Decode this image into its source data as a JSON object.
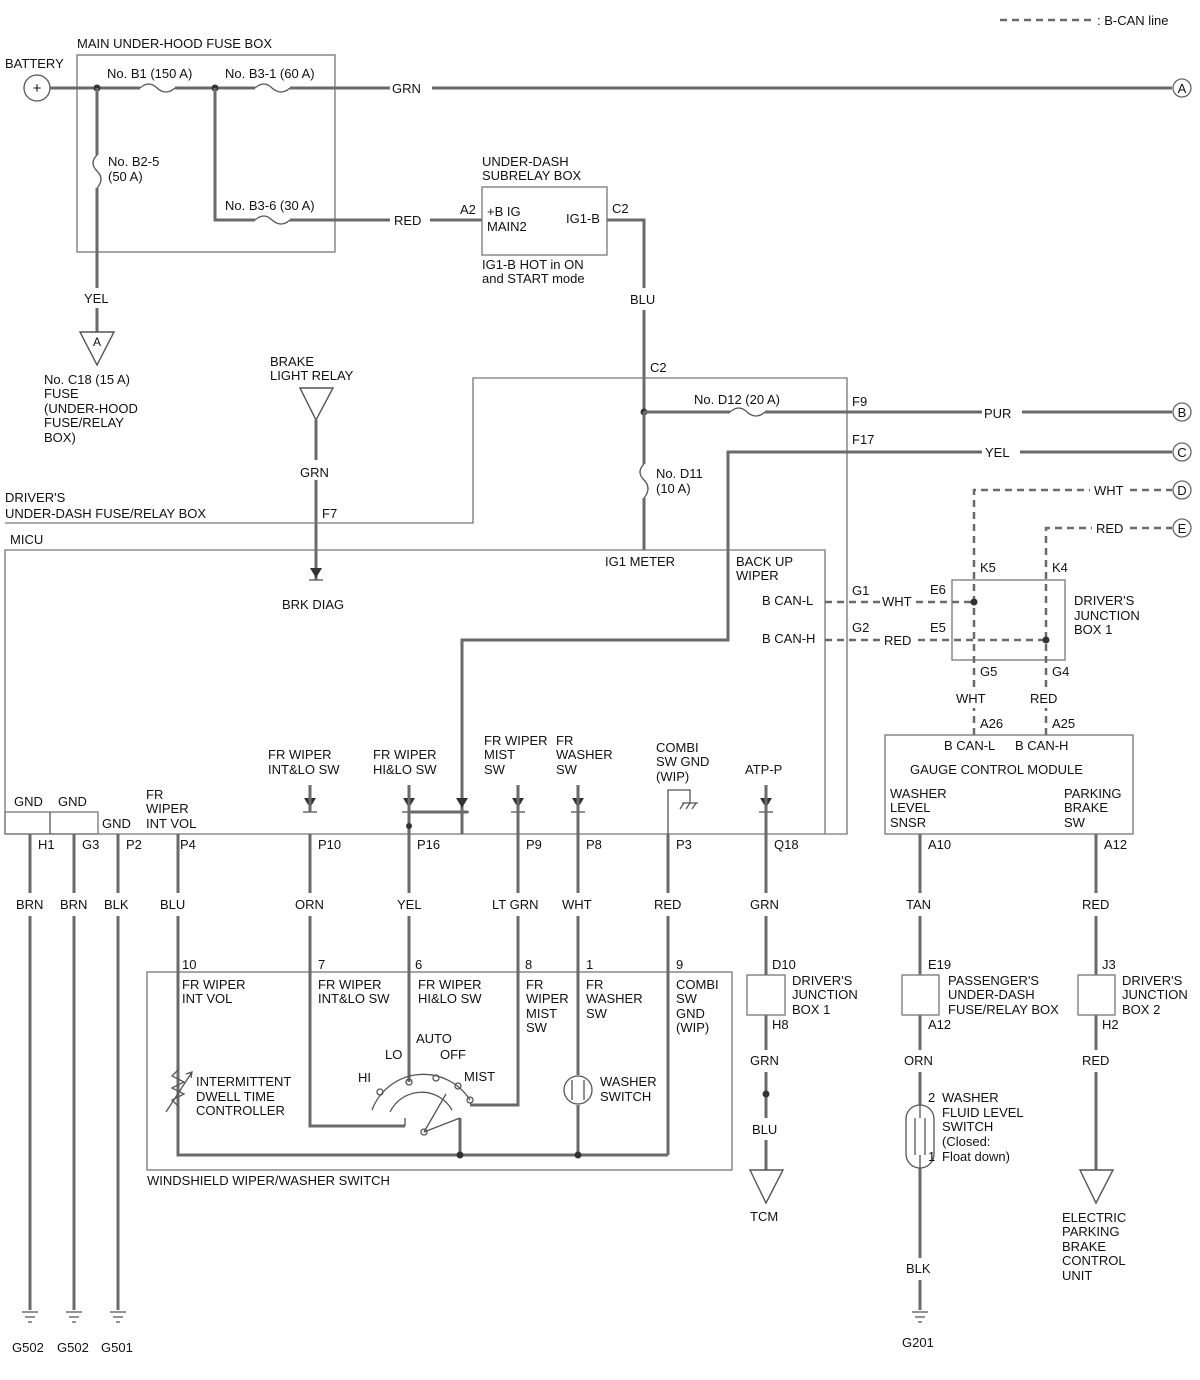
{
  "legend": {
    "bcan": ": B-CAN line"
  },
  "top": {
    "battery": "BATTERY",
    "fusebox": "MAIN UNDER-HOOD FUSE BOX",
    "fuse_b1": "No. B1 (150 A)",
    "fuse_b31": "No. B3-1 (60 A)",
    "fuse_b25_1": "No. B2-5",
    "fuse_b25_2": "(50 A)",
    "fuse_b36": "No. B3-6 (30 A)",
    "wire_grn": "GRN",
    "wire_red": "RED",
    "wire_yel": "YEL",
    "term_a": "A",
    "c18_lines": [
      "No. C18 (15 A)",
      "FUSE",
      "(UNDER-HOOD",
      "FUSE/RELAY",
      "BOX)"
    ]
  },
  "subrelay": {
    "title1": "UNDER-DASH",
    "title2": "SUBRELAY BOX",
    "pin_a2": "A2",
    "pin_c2": "C2",
    "in1": "+B IG",
    "in2": "MAIN2",
    "out": "IG1-B",
    "note1": "IG1-B HOT in ON",
    "note2": "and START mode",
    "wire_blu": "BLU"
  },
  "brake_relay": {
    "l1": "BRAKE",
    "l2": "LIGHT RELAY",
    "wire": "GRN",
    "pin": "F7",
    "brk": "BRK DIAG"
  },
  "driver_box": {
    "l1": "DRIVER'S",
    "l2": "UNDER-DASH FUSE/RELAY BOX",
    "c2": "C2",
    "d12": "No. D12 (20 A)",
    "f9": "F9",
    "f17": "F17",
    "d11_1": "No. D11",
    "d11_2": "(10 A)",
    "pur": "PUR",
    "yel": "YEL",
    "term_b": "B",
    "term_c": "C"
  },
  "micu": {
    "title": "MICU",
    "ig1": "IG1 METER",
    "backup1": "BACK UP",
    "backup2": "WIPER",
    "bcanl": "B CAN-L",
    "bcanh": "B CAN-H",
    "g1": "G1",
    "g2": "G2",
    "wht": "WHT",
    "red": "RED",
    "gnd": "GND",
    "in_int": [
      "FR WIPER",
      "INT&LO SW"
    ],
    "in_hi": [
      "FR WIPER",
      "HI&LO SW"
    ],
    "in_mist": [
      "FR WIPER",
      "MIST",
      "SW"
    ],
    "in_wash": [
      "FR",
      "WASHER",
      "SW"
    ],
    "in_combi": [
      "COMBI",
      "SW GND",
      "(WIP)"
    ],
    "in_atp": "ATP-P",
    "in_vol": [
      "FR",
      "WIPER",
      "INT VOL"
    ]
  },
  "pins": [
    {
      "pin": "H1",
      "wire": "BRN",
      "ground": "G502"
    },
    {
      "pin": "G3",
      "wire": "BRN",
      "ground": "G502"
    },
    {
      "pin": "P2",
      "wire": "BLK",
      "ground": "G501"
    },
    {
      "pin": "P4",
      "wire": "BLU",
      "num": "10"
    },
    {
      "pin": "P10",
      "wire": "ORN",
      "num": "7"
    },
    {
      "pin": "P16",
      "wire": "YEL",
      "num": "6"
    },
    {
      "pin": "P9",
      "wire": "LT GRN",
      "num": "8"
    },
    {
      "pin": "P8",
      "wire": "WHT",
      "num": "1"
    },
    {
      "pin": "P3",
      "wire": "RED",
      "num": "9"
    },
    {
      "pin": "Q18",
      "wire": "GRN"
    }
  ],
  "jb1": {
    "k5": "K5",
    "k4": "K4",
    "e6": "E6",
    "e5": "E5",
    "g5": "G5",
    "g4": "G4",
    "name": [
      "DRIVER'S",
      "JUNCTION",
      "BOX 1"
    ],
    "wht": "WHT",
    "red": "RED",
    "term_d": "D",
    "term_e": "E"
  },
  "gcm": {
    "title": "GAUGE CONTROL MODULE",
    "a26": "A26",
    "a25": "A25",
    "canl": "B CAN-L",
    "canh": "B CAN-H",
    "washer": [
      "WASHER",
      "LEVEL",
      "SNSR"
    ],
    "park": [
      "PARKING",
      "BRAKE",
      "SW"
    ],
    "a10": "A10",
    "a12": "A12",
    "tan": "TAN",
    "red": "RED"
  },
  "switch": {
    "title": "WINDSHIELD WIPER/WASHER SWITCH",
    "c10": [
      "FR WIPER",
      "INT VOL"
    ],
    "c7": [
      "FR WIPER",
      "INT&LO SW"
    ],
    "c6": [
      "FR WIPER",
      "HI&LO SW"
    ],
    "c8": [
      "FR",
      "WIPER",
      "MIST",
      "SW"
    ],
    "c1": [
      "FR",
      "WASHER",
      "SW"
    ],
    "c9": [
      "COMBI",
      "SW",
      "GND",
      "(WIP)"
    ],
    "dwell": [
      "INTERMITTENT",
      "DWELL TIME",
      "CONTROLLER"
    ],
    "washer_sw": [
      "WASHER",
      "SWITCH"
    ],
    "pos_hi": "HI",
    "pos_lo": "LO",
    "pos_auto": "AUTO",
    "pos_off": "OFF",
    "pos_mist": "MIST"
  },
  "right": {
    "d10": "D10",
    "h8": "H8",
    "jb1_name": [
      "DRIVER'S",
      "JUNCTION",
      "BOX 1"
    ],
    "grn": "GRN",
    "blu": "BLU",
    "tcm": "TCM",
    "e19": "E19",
    "a12": "A12",
    "pass": [
      "PASSENGER'S",
      "UNDER-DASH",
      "FUSE/RELAY BOX"
    ],
    "orn": "ORN",
    "fluid": [
      "WASHER",
      "FLUID LEVEL",
      "SWITCH",
      "(Closed:",
      "Float down)"
    ],
    "pin2": "2",
    "pin1": "1",
    "blk": "BLK",
    "g201": "G201",
    "j3": "J3",
    "h2": "H2",
    "jb2": [
      "DRIVER'S",
      "JUNCTION",
      "BOX 2"
    ],
    "red": "RED",
    "epb": [
      "ELECTRIC",
      "PARKING",
      "BRAKE",
      "CONTROL",
      "UNIT"
    ]
  }
}
